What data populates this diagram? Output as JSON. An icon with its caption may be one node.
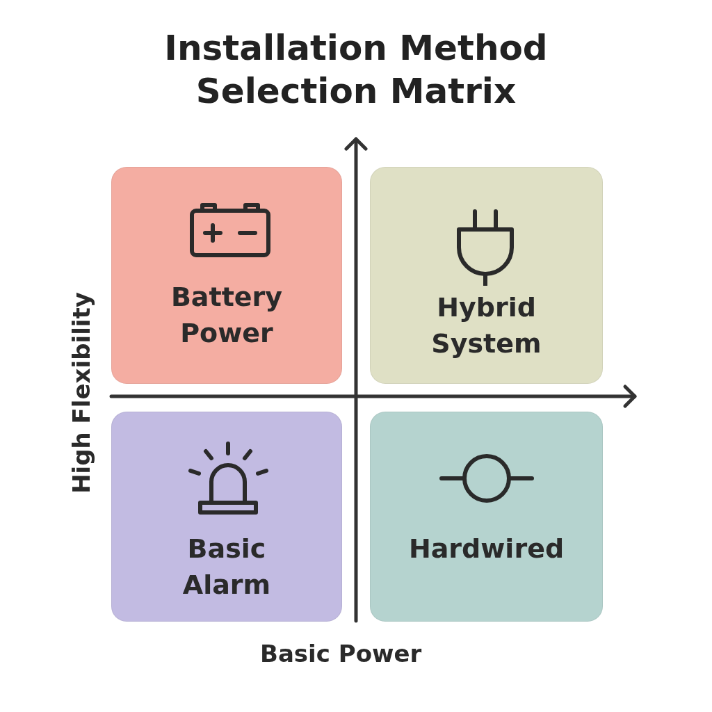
{
  "diagram": {
    "title": "Installation Method Selection Matrix",
    "nodes": [
      {
        "text": [
          "Battery Power"
        ]
      },
      {
        "text": [
          "Hybrid System"
        ]
      },
      {
        "text": [
          "Basic Alarm"
        ]
      },
      {
        "text": [
          "Hardwired"
        ]
      }
    ],
    "labels": [
      "High Flexibility",
      "Basic Power"
    ]
  }
}
